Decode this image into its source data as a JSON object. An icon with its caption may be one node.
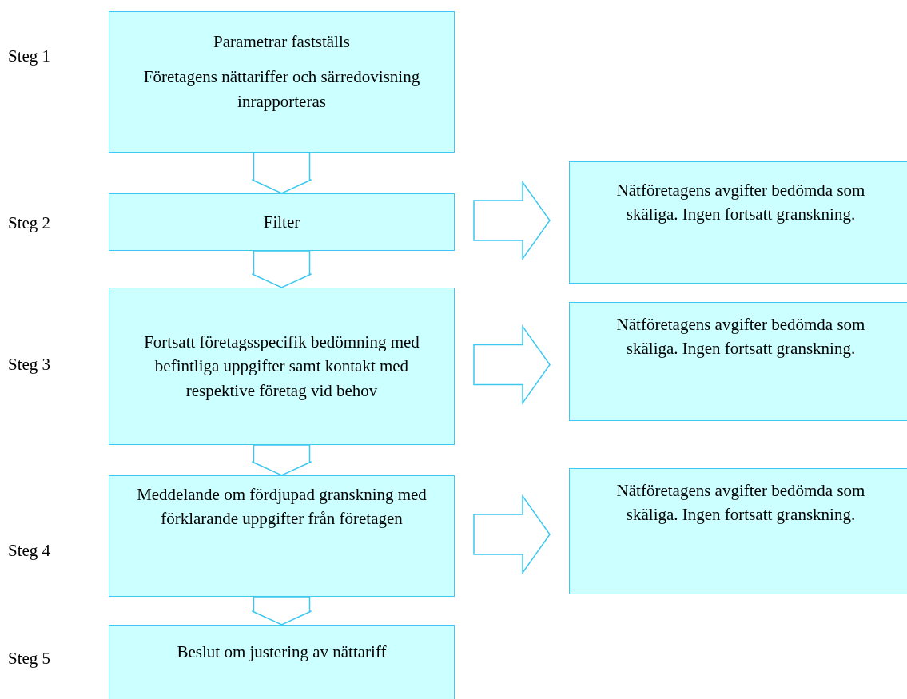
{
  "diagram": {
    "nodes": [
      {
        "text": [
          "Parametrar fastställs",
          "Företagens nättariffer och särredovisning inrapporteras"
        ]
      },
      {
        "text": [
          "Filter"
        ]
      },
      {
        "text": [
          "Fortsatt företagsspecifik bedömning med befintliga uppgifter samt kontakt med respektive företag vid behov"
        ]
      },
      {
        "text": [
          "Meddelande om fördjupad granskning med förklarande uppgifter från företagen"
        ]
      },
      {
        "text": [
          "Beslut om justering av nättariff"
        ]
      },
      {
        "text": [
          "Nätföretagens avgifter bedömda som skäliga. Ingen fortsatt granskning."
        ]
      },
      {
        "text": [
          "Nätföretagens avgifter bedömda som skäliga. Ingen fortsatt granskning."
        ]
      },
      {
        "text": [
          "Nätföretagens avgifter bedömda som skäliga. Ingen fortsatt granskning."
        ]
      }
    ],
    "edges": [
      {
        "from": 0,
        "to": 1,
        "arrow": "to"
      },
      {
        "from": 1,
        "to": 2,
        "arrow": "to"
      },
      {
        "from": 2,
        "to": 3,
        "arrow": "to"
      },
      {
        "from": 3,
        "to": 4,
        "arrow": "to"
      },
      {
        "from": 1,
        "to": 5,
        "arrow": "to"
      },
      {
        "from": 2,
        "to": 6,
        "arrow": "to"
      },
      {
        "from": 3,
        "to": 7,
        "arrow": "to"
      }
    ],
    "labels": [
      "Steg 1",
      "Steg 2",
      "Steg 3",
      "Steg 4",
      "Steg 5"
    ]
  }
}
